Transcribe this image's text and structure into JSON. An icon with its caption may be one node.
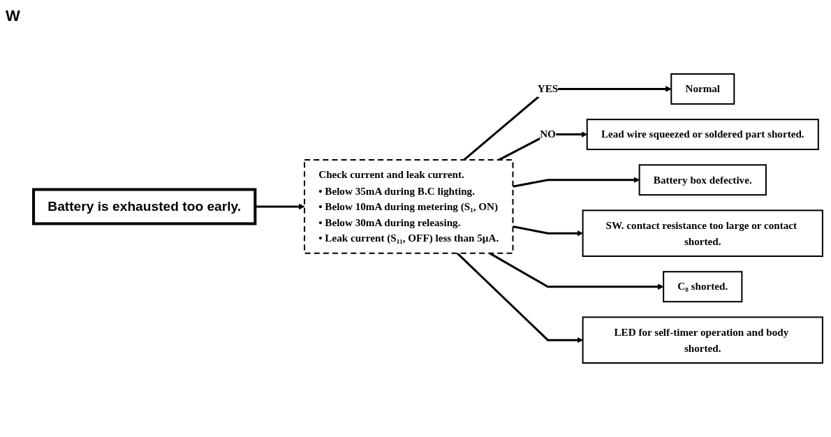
{
  "diagram": {
    "nodes": [
      {
        "text": [
          "Battery is exhausted too early."
        ]
      },
      {
        "text": [
          "Check current and leak current.",
          "• Below 35mA during B.C lighting.",
          "• Below 10mA during metering (S₁, ON)",
          "• Below 30mA during releasing.",
          "• Leak current (S₁₁, OFF) less than 5µA."
        ]
      },
      {
        "text": [
          "Normal"
        ]
      },
      {
        "text": [
          "Lead wire squeezed or soldered part shorted."
        ]
      },
      {
        "text": [
          "Battery box defective."
        ]
      },
      {
        "text": [
          "SW. contact resistance too large or contact shorted."
        ]
      },
      {
        "text": [
          "C₈ shorted."
        ]
      },
      {
        "text": [
          "LED for self-timer operation and body shorted."
        ]
      }
    ],
    "edges": [
      {
        "from": 0,
        "to": 1,
        "arrow": "to"
      },
      {
        "from": 1,
        "to": 2,
        "arrow": "to",
        "label": "YES"
      },
      {
        "from": 1,
        "to": 3,
        "arrow": "to",
        "label": "NO"
      },
      {
        "from": 1,
        "to": 4,
        "arrow": "to"
      },
      {
        "from": 1,
        "to": 5,
        "arrow": "to"
      },
      {
        "from": 1,
        "to": 6,
        "arrow": "to"
      },
      {
        "from": 1,
        "to": 7,
        "arrow": "to"
      }
    ],
    "labels": [
      "W"
    ]
  }
}
